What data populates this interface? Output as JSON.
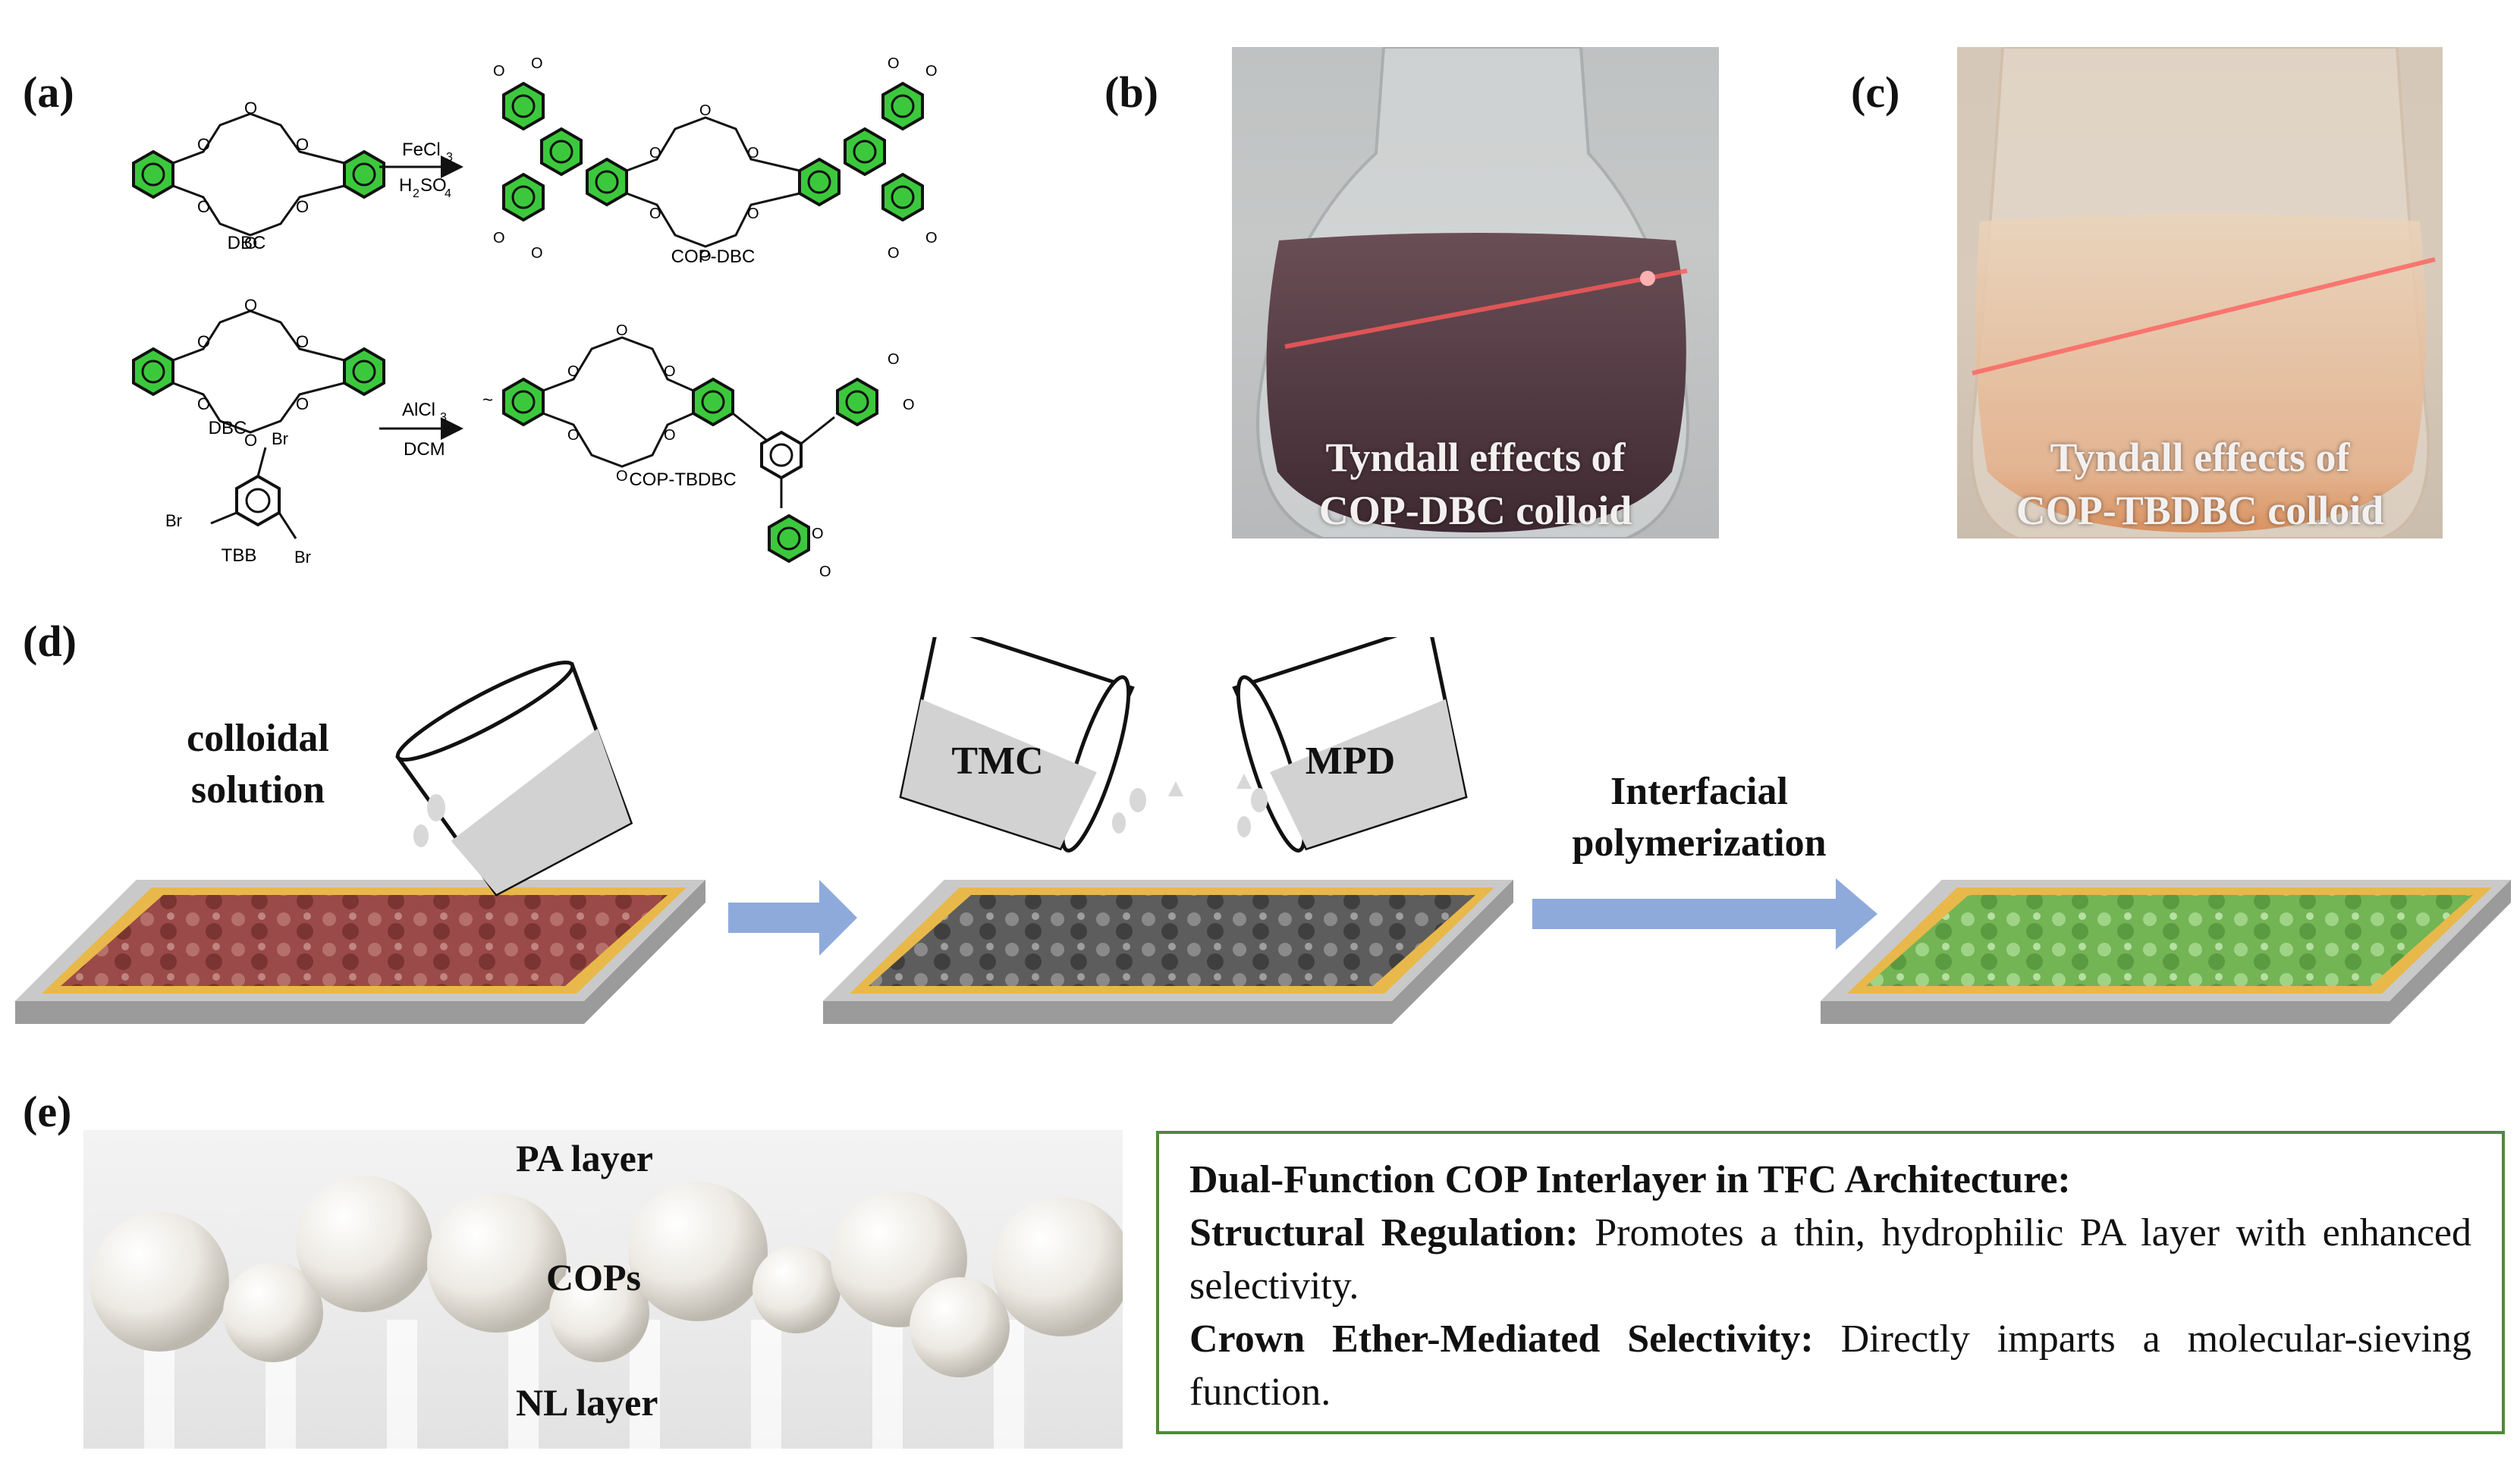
{
  "panels": {
    "a": {
      "label": "(a)",
      "reaction1": {
        "reactant": "DBC",
        "reagent_top": "FeCl",
        "reagent_top_sub": "3",
        "reagent_bottom": "H",
        "reagent_bottom_sub1": "2",
        "reagent_bottom_mid": "SO",
        "reagent_bottom_sub2": "4",
        "product": "COP-DBC"
      },
      "reaction2": {
        "reactant1": "DBC",
        "reactant2": "TBB",
        "reagent_top": "AlCl",
        "reagent_top_sub": "3",
        "reagent_bottom": "DCM",
        "product": "COP-TBDBC",
        "br": "Br"
      },
      "colors": {
        "ring_fill": "#3cc83c",
        "bond": "#111111"
      }
    },
    "b": {
      "label": "(b)",
      "caption_line1": "Tyndall effects of",
      "caption_line2": "COP-DBC colloid"
    },
    "c": {
      "label": "(c)",
      "caption_line1": "Tyndall effects of",
      "caption_line2": "COP-TBDBC colloid"
    },
    "d": {
      "label": "(d)",
      "step1_line1": "colloidal",
      "step1_line2": "solution",
      "cup_tmc": "TMC",
      "cup_mpd": "MPD",
      "step3_line1": "Interfacial",
      "step3_line2": "polymerization",
      "colors": {
        "frame": "#e8b84a",
        "arrow": "#8eaadb",
        "red_layer": "#a8524e",
        "gray_layer": "#6a6a6a",
        "green_layer": "#7fbf5f"
      }
    },
    "e": {
      "label": "(e)",
      "pa_layer": "PA layer",
      "cops": "COPs",
      "nl_layer": "NL layer",
      "box": {
        "title": "Dual-Function COP Interlayer in TFC Architecture:",
        "line1_bold": "Structural Regulation:",
        "line1_rest": " Promotes a thin, hydrophilic PA layer with enhanced selectivity.",
        "line2_bold": "Crown Ether-Mediated Selectivity:",
        "line2_rest": " Directly imparts a molecular-sieving function."
      },
      "colors": {
        "box_border": "#4f8a3a"
      }
    }
  }
}
